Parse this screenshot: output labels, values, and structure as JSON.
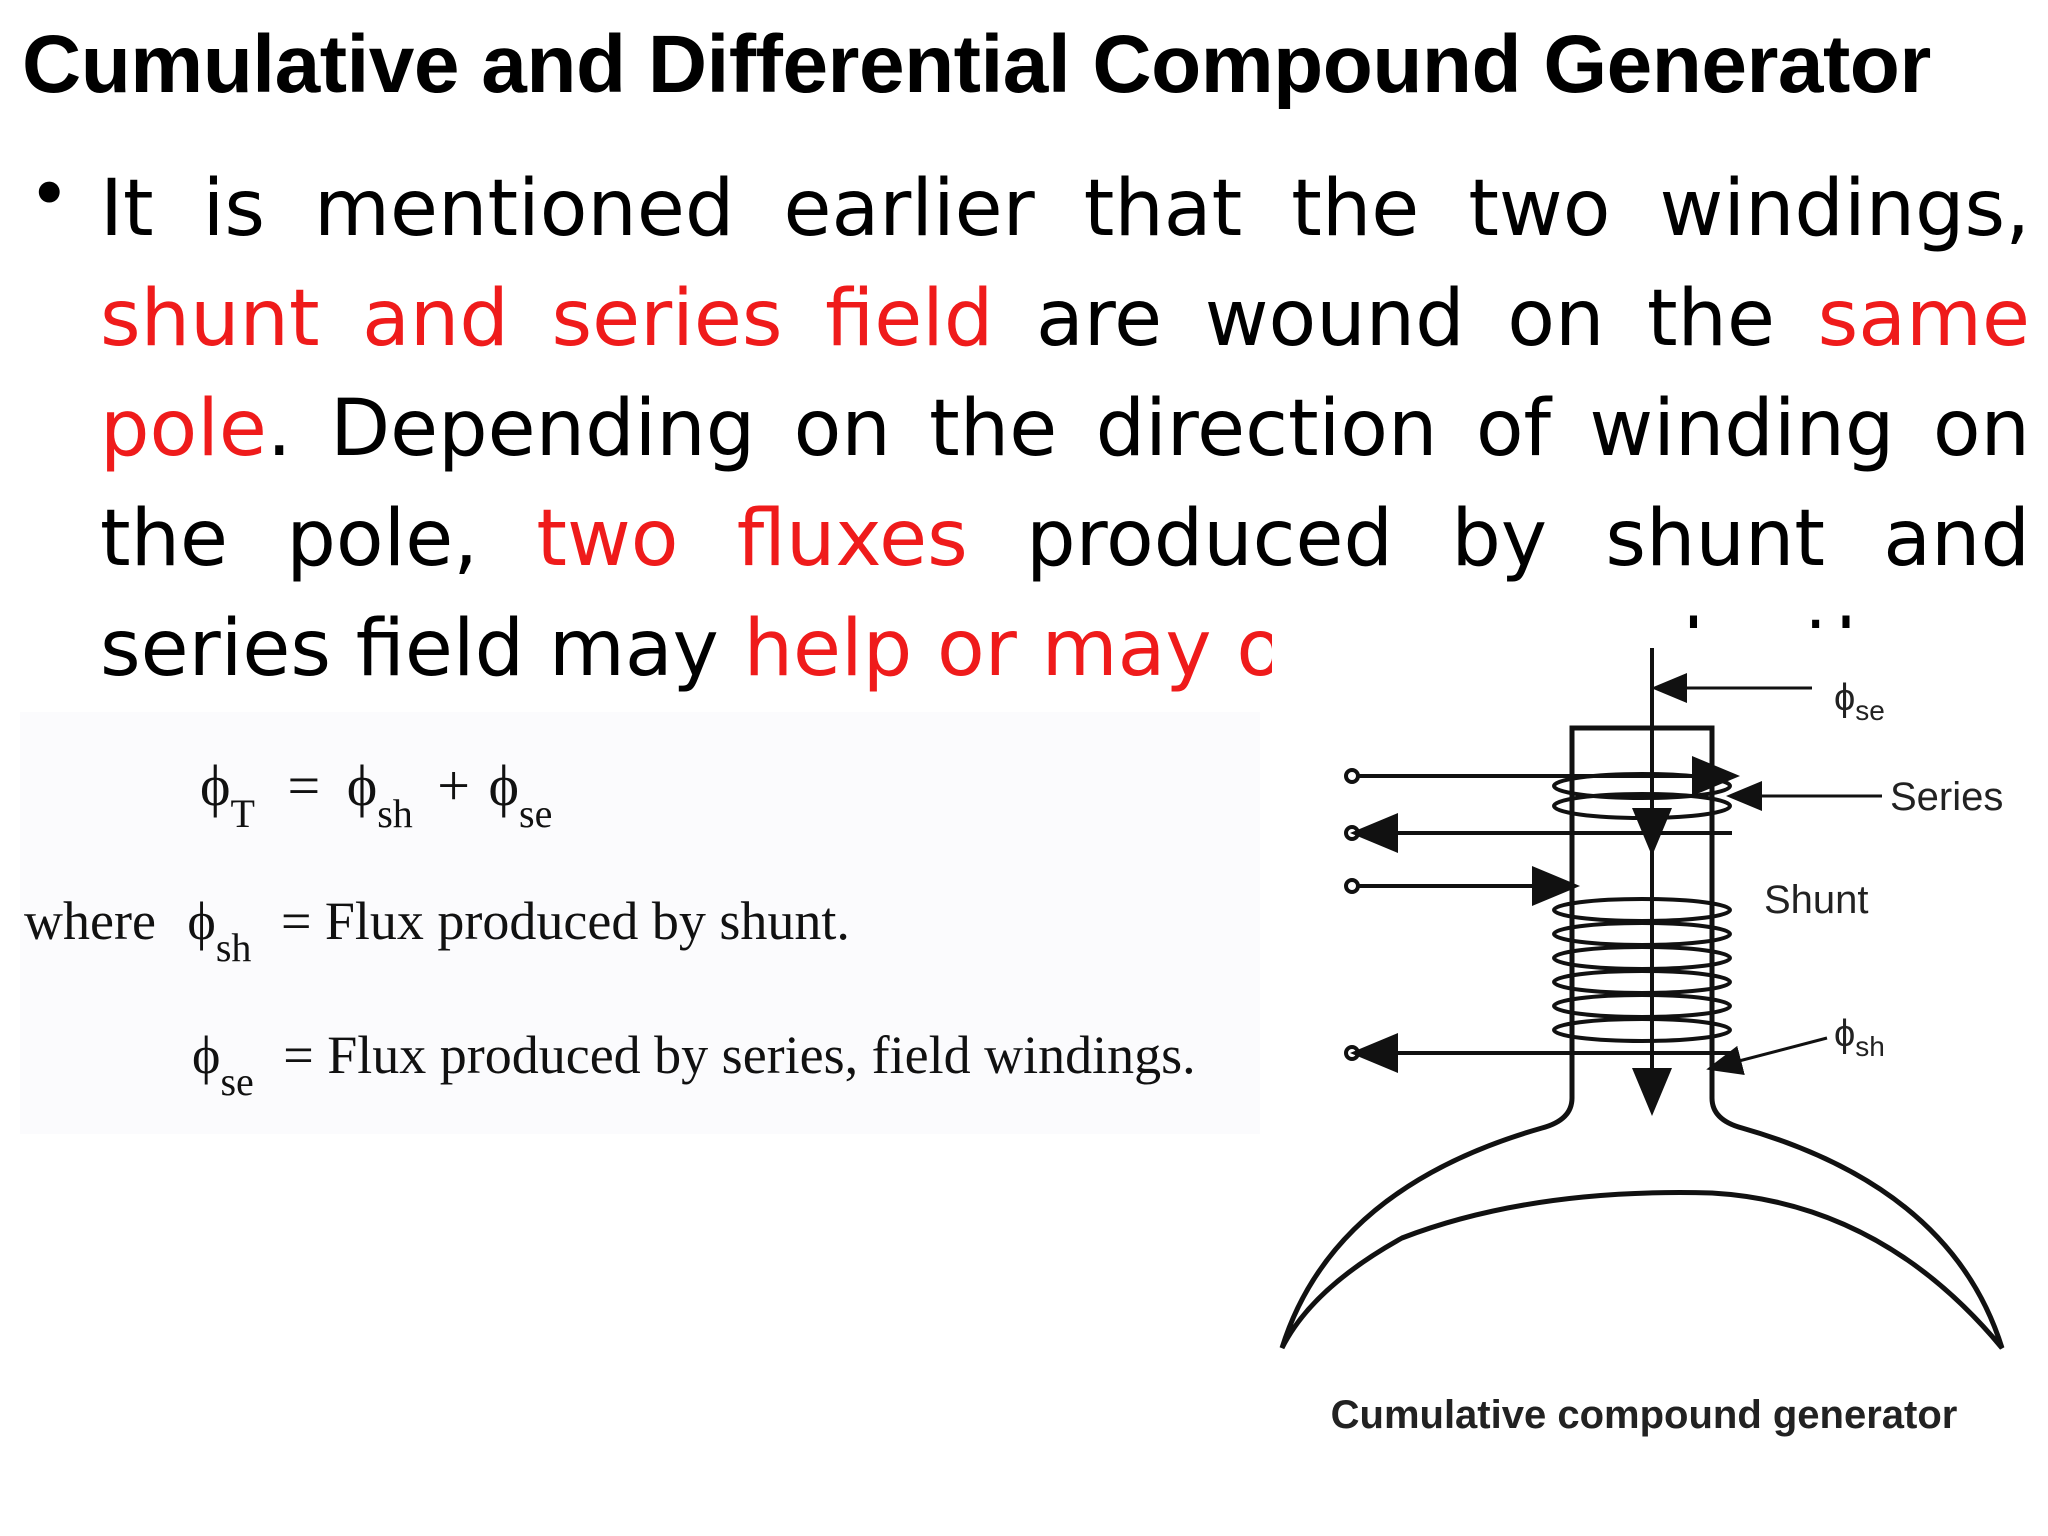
{
  "slide": {
    "title": "Cumulative and Differential Compound Generator",
    "bullet": {
      "segments": [
        {
          "text": "It is mentioned earlier that the two windings, ",
          "highlight": false
        },
        {
          "text": "shunt and series field",
          "highlight": true
        },
        {
          "text": " are wound on the ",
          "highlight": false
        },
        {
          "text": "same pole",
          "highlight": true
        },
        {
          "text": ". Depending on the direction of winding on the pole, ",
          "highlight": false
        },
        {
          "text": "two fluxes",
          "highlight": true
        },
        {
          "text": " produced by shunt and series field may ",
          "highlight": false
        },
        {
          "text": "help or may oppose",
          "highlight": true
        },
        {
          "text": " each othe",
          "highlight": false
        }
      ]
    }
  },
  "formula": {
    "line1": {
      "lhs": "ϕ",
      "lhs_sub": "T",
      "eq": "=",
      "term1": "ϕ",
      "term1_sub": "sh",
      "plus": "+",
      "term2": "ϕ",
      "term2_sub": "se"
    },
    "line2": {
      "prefix": "where",
      "sym": "ϕ",
      "sub": "sh",
      "text": "= Flux produced by shunt."
    },
    "line3": {
      "sym": "ϕ",
      "sub": "se",
      "text": "= Flux produced by series, field windings."
    }
  },
  "diagram": {
    "label_phi_se": "ϕ",
    "label_phi_se_sub": "se",
    "label_series": "Series",
    "label_shunt": "Shunt",
    "label_phi_sh": "ϕ",
    "label_phi_sh_sub": "sh",
    "caption": "Cumulative compound generator"
  },
  "colors": {
    "highlight": "#ef1b1b",
    "text": "#000000"
  }
}
